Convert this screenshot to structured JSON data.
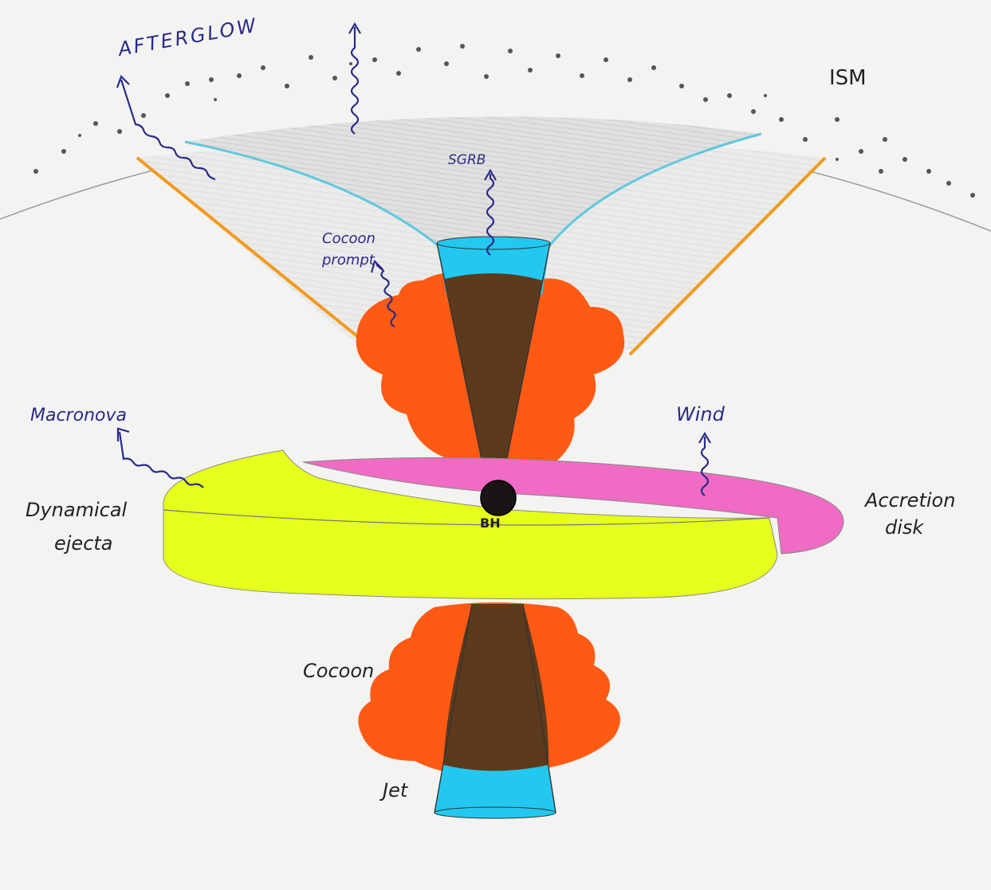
{
  "labels": {
    "afterglow": "AFTERGLOW",
    "ism": "ISM",
    "sgrb": "SGRB",
    "cocoon_prompt_1": "Cocoon",
    "cocoon_prompt_2": "prompt",
    "macronova": "Macronova",
    "wind": "Wind",
    "dynamical_1": "Dynamical",
    "dynamical_2": "ejecta",
    "accretion_1": "Accretion",
    "accretion_2": "disk",
    "bh": "BH",
    "cocoon": "Cocoon",
    "jet": "Jet"
  },
  "colors": {
    "paper": "#f3f3f1",
    "cocoon": "#ff5a14",
    "jet_core": "#5c3a1c",
    "jet_tip": "#22c8f0",
    "dynamical_ejecta": "#e6ff1c",
    "accretion_disk": "#f06bc4",
    "cocoon_boundary": "#f39a1c",
    "jet_boundary": "#60c8e0",
    "label_blue": "#2a2a8a",
    "shading": "#cfcfcf"
  },
  "icons": [
    "wavy-arrow-icon",
    "black-hole-icon"
  ]
}
